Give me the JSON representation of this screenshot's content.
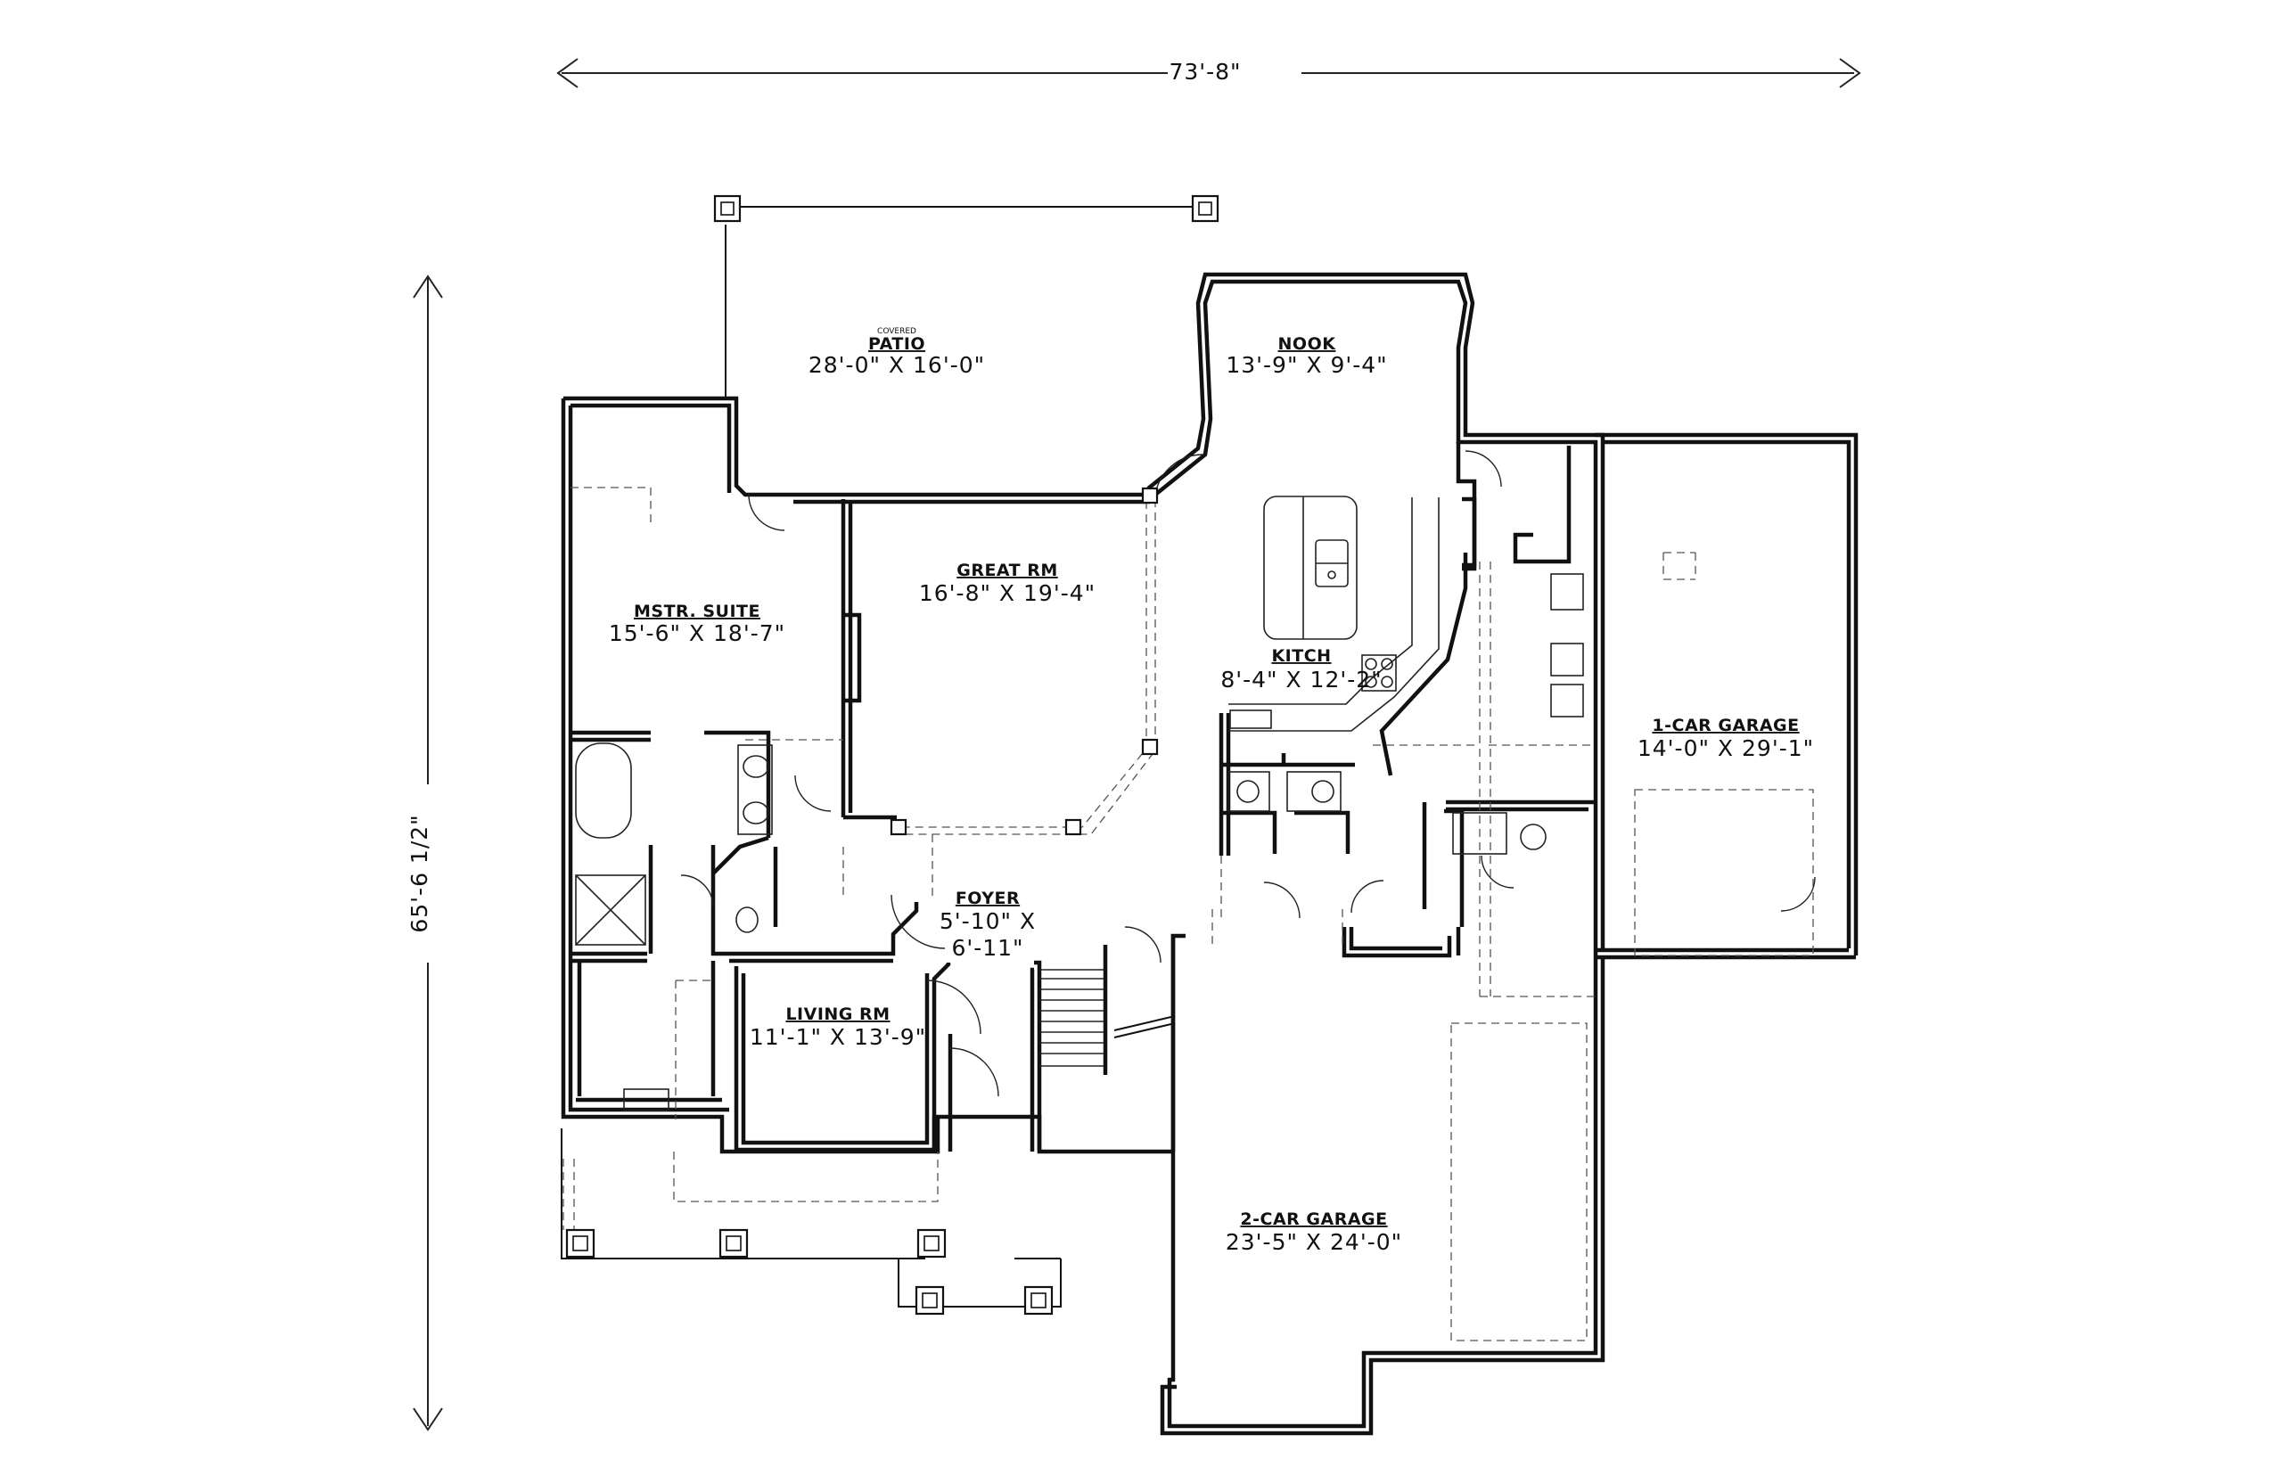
{
  "plan": {
    "overall_width": "73'-8\"",
    "overall_depth": "65'-6 1/2\""
  },
  "rooms": {
    "covered_patio": {
      "small_label": "COVERED",
      "name": "PATIO",
      "dims": "28'-0\" X 16'-0\""
    },
    "nook": {
      "name": "NOOK",
      "dims": "13'-9\" X 9'-4\""
    },
    "great_rm": {
      "name": "GREAT RM",
      "dims": "16'-8\" X 19'-4\""
    },
    "mstr_suite": {
      "name": "MSTR. SUITE",
      "dims": "15'-6\" X 18'-7\""
    },
    "kitch": {
      "name": "KITCH",
      "dims": "8'-4\" X 12'-2\""
    },
    "one_car_garage": {
      "name": "1-CAR GARAGE",
      "dims": "14'-0\" X 29'-1\""
    },
    "foyer": {
      "name": "FOYER",
      "dims_line1": "5'-10\" X",
      "dims_line2": "6'-11\""
    },
    "living_rm": {
      "name": "LIVING RM",
      "dims": "11'-1\" X 13'-9\""
    },
    "two_car_garage": {
      "name": "2-CAR GARAGE",
      "dims": "23'-5\" X 24'-0\""
    }
  }
}
